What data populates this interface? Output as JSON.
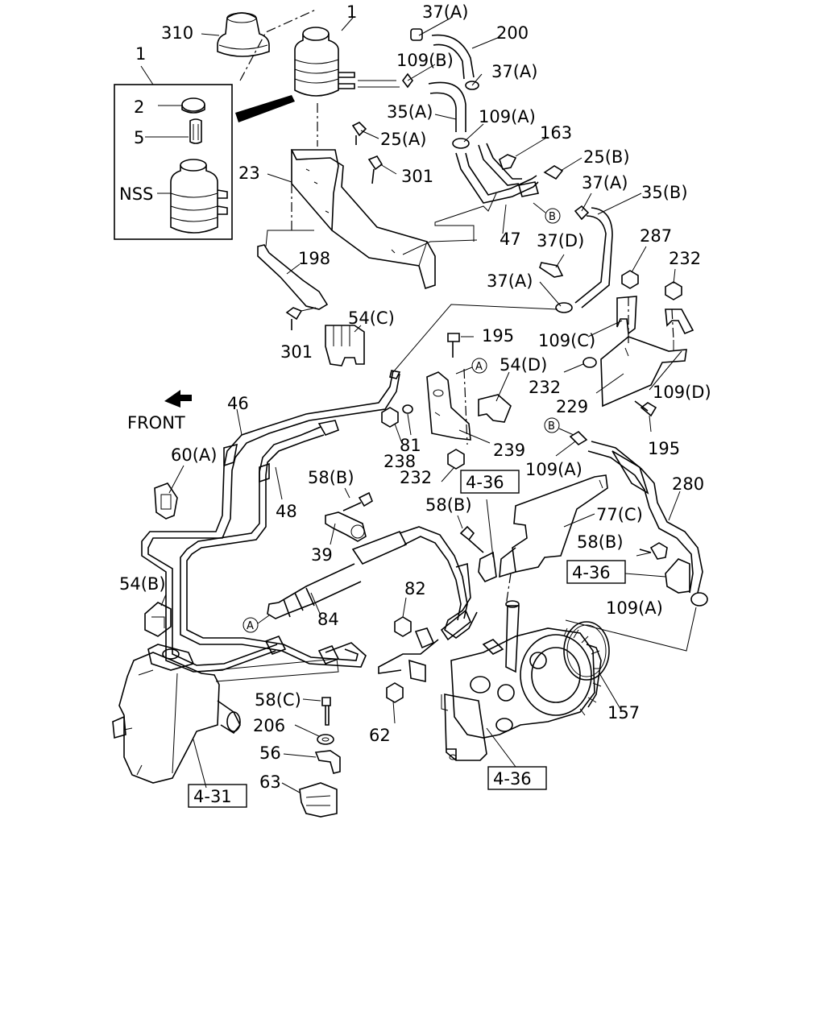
{
  "front_label": "FRONT",
  "labels": {
    "l_310": "310",
    "l_1a": "1",
    "l_1b": "1",
    "l_2": "2",
    "l_5": "5",
    "l_nss": "NSS",
    "l_37a_1": "37(A)",
    "l_200": "200",
    "l_109b": "109(B)",
    "l_37a_2": "37(A)",
    "l_35a": "35(A)",
    "l_109a_1": "109(A)",
    "l_163": "163",
    "l_25a": "25(A)",
    "l_25b": "25(B)",
    "l_23": "23",
    "l_301a": "301",
    "l_37a_3": "37(A)",
    "l_35b": "35(B)",
    "l_47": "47",
    "l_37d": "37(D)",
    "l_287": "287",
    "l_232a": "232",
    "l_198": "198",
    "l_54c": "54(C)",
    "l_37a_4": "37(A)",
    "l_301b": "301",
    "l_109c": "109(C)",
    "l_195a": "195",
    "l_54d": "54(D)",
    "l_232b": "232",
    "l_229": "229",
    "l_109d": "109(D)",
    "l_46": "46",
    "l_60a": "60(A)",
    "l_238": "238",
    "l_81": "81",
    "l_239": "239",
    "l_195b": "195",
    "l_109a_2": "109(A)",
    "l_48": "48",
    "l_232c": "232",
    "l_58b_1": "58(B)",
    "l_280": "280",
    "l_58b_2": "58(B)",
    "l_77c": "77(C)",
    "l_39": "39",
    "l_58b_3": "58(B)",
    "l_54b": "54(B)",
    "l_82": "82",
    "l_109a_3": "109(A)",
    "l_84": "84",
    "l_157": "157",
    "l_58c": "58(C)",
    "l_206": "206",
    "l_62": "62",
    "l_56": "56",
    "l_63": "63"
  },
  "boxed_refs": {
    "ref_436_a": "4-36",
    "ref_436_b": "4-36",
    "ref_436_c": "4-36",
    "ref_431": "4-31"
  },
  "circle_markers": {
    "m_a1": "A",
    "m_a2": "A",
    "m_b1": "B",
    "m_b2": "B"
  }
}
